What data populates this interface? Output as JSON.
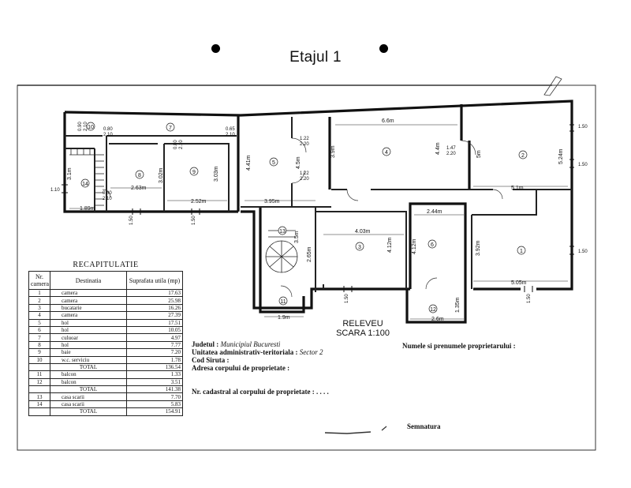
{
  "title": "Etajul 1",
  "drawing": {
    "relevu": "RELEVEU",
    "scale": "SCARA 1:100",
    "room_numbers": [
      "1",
      "2",
      "3",
      "4",
      "5",
      "6",
      "7",
      "8",
      "9",
      "10",
      "11",
      "12",
      "13",
      "14"
    ],
    "dimensions": {
      "d66": "6.6m",
      "d44": "4.4m",
      "d5": "5m",
      "d524": "5.24m",
      "d51": "5.1m",
      "d441": "4.41m",
      "d45": "4.5m",
      "d395": "3.95m",
      "d39": "3.9m",
      "d263": "2.63m",
      "d302": "3.02m",
      "d252": "2.52m",
      "d303": "3.03m",
      "d31": "3.1m",
      "d189": "1.89m",
      "d19": "1.9m",
      "d403": "4.03m",
      "d412a": "4.12m",
      "d412b": "4.12m",
      "d244": "2.44m",
      "d26": "2.6m",
      "d392": "3.92m",
      "d505": "5.05m",
      "d135": "1.35m",
      "d265": "2.65m",
      "d35": "3.5m"
    },
    "door_marks": {
      "m090a": "0.90",
      "m210a": "2.10",
      "m080a": "0.80",
      "m210b": "2.10",
      "m080b": "0.80",
      "m210c": "2.10",
      "m065": "0.65",
      "m210d": "2.10",
      "m122a": "1.22",
      "m220a": "2.20",
      "m122b": "1.22",
      "m220b": "2.20",
      "m147": "1.47",
      "m220c": "2.20",
      "m080c": "0.80",
      "m210e": "2.10",
      "m150a": "1.50",
      "m150b": "1.50",
      "m150c": "1.50",
      "m150d": "1.50",
      "m150e": "1.50",
      "m150f": "1.50",
      "m150g": "1.50",
      "m110": "1.10"
    }
  },
  "recap": {
    "title": "RECAPITULATIE",
    "headers": {
      "nr": "Nr. camera",
      "dest": "Destinatia",
      "sup": "Suprafata utila (mp)"
    },
    "rows": [
      {
        "nr": "1",
        "dest": "camera",
        "sup": "17.63"
      },
      {
        "nr": "2",
        "dest": "camera",
        "sup": "25.98"
      },
      {
        "nr": "3",
        "dest": "bucatarie",
        "sup": "16.26"
      },
      {
        "nr": "4",
        "dest": "camera",
        "sup": "27.39"
      },
      {
        "nr": "5",
        "dest": "hol",
        "sup": "17.51"
      },
      {
        "nr": "6",
        "dest": "hol",
        "sup": "10.05"
      },
      {
        "nr": "7",
        "dest": "culuoar",
        "sup": "4.97"
      },
      {
        "nr": "8",
        "dest": "hol",
        "sup": "7.77"
      },
      {
        "nr": "9",
        "dest": "baie",
        "sup": "7.20"
      },
      {
        "nr": "10",
        "dest": "w.c. serviciu",
        "sup": "1.78"
      },
      {
        "nr": "",
        "dest": "TOTAL",
        "sup": "136.54",
        "total": true
      },
      {
        "nr": "11",
        "dest": "balcon",
        "sup": "1.33"
      },
      {
        "nr": "12",
        "dest": "balcon",
        "sup": "3.51"
      },
      {
        "nr": "",
        "dest": "TOTAL",
        "sup": "141.38",
        "total": true
      },
      {
        "nr": "13",
        "dest": "casa scarii",
        "sup": "7.70"
      },
      {
        "nr": "14",
        "dest": "casa scarii",
        "sup": "5.83"
      },
      {
        "nr": "",
        "dest": "TOTAL",
        "sup": "154.91",
        "total": true
      }
    ]
  },
  "info": {
    "judet_label": "Judetul :",
    "judet_value": "Municipiul Bucuresti",
    "unitate_label": "Unitatea administrativ-teritoriala :",
    "unitate_value": "Sector 2",
    "siruta_label": "Cod Siruta :",
    "adresa_label": "Adresa corpului de proprietate :",
    "cadastral_label": "Nr. cadastral al corpului de proprietate : . . . .",
    "proprietar_label": "Numele si prenumele proprietarului :",
    "semnatura_label": "Semnatura"
  }
}
